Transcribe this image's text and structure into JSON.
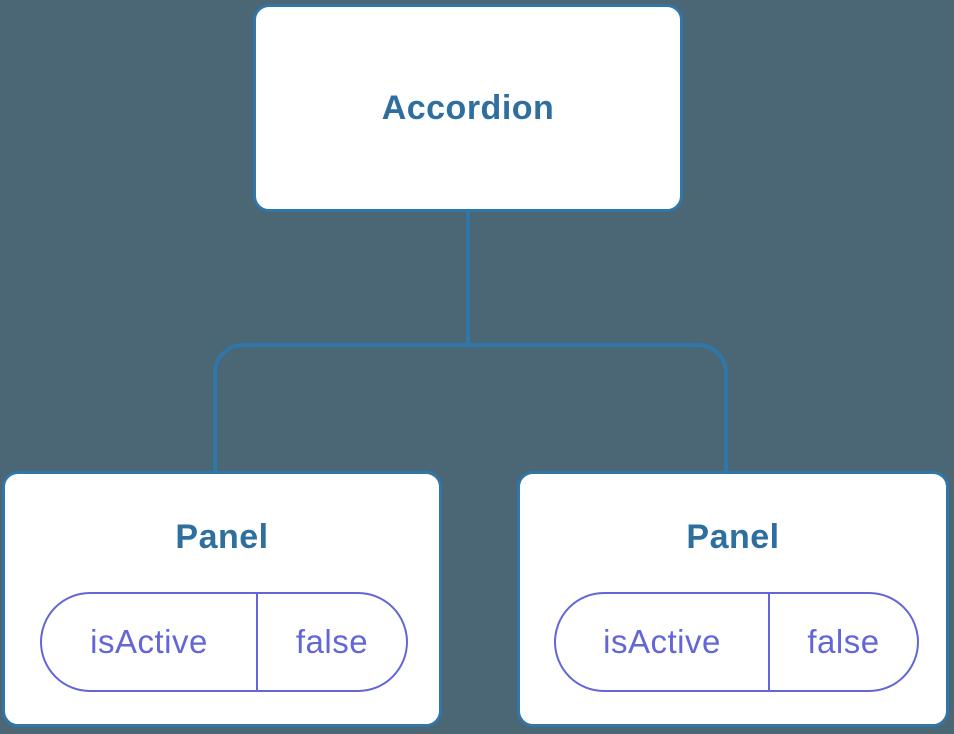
{
  "diagram": {
    "type": "component-tree",
    "colors": {
      "background": "#4B6674",
      "node_fill": "#FFFFFF",
      "node_border_and_lines": "#3176A9",
      "node_title_text": "#2E6F9F",
      "prop_pill": "#6366D6"
    },
    "root": {
      "label": "Accordion"
    },
    "children": [
      {
        "label": "Panel",
        "props": [
          {
            "name": "isActive",
            "value": "false"
          }
        ]
      },
      {
        "label": "Panel",
        "props": [
          {
            "name": "isActive",
            "value": "false"
          }
        ]
      }
    ]
  }
}
